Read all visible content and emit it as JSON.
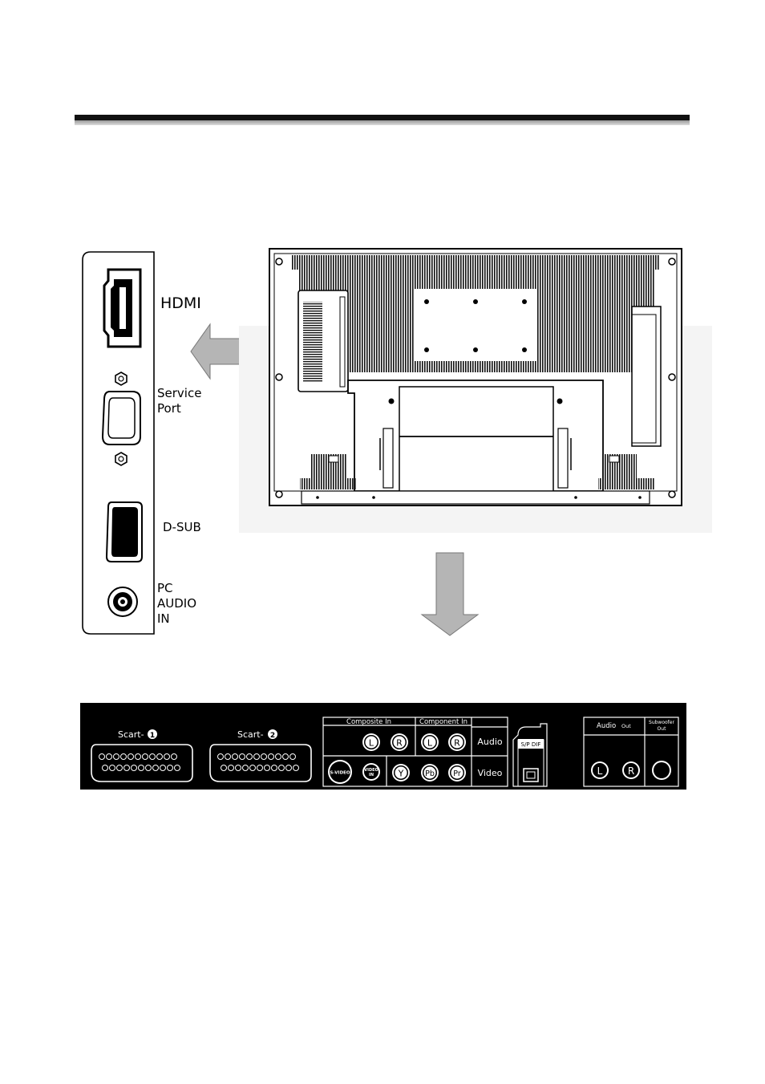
{
  "side_panel": {
    "hdmi_label": "HDMI",
    "service_port_label": "Service\nPort",
    "dsub_label": "D-SUB",
    "pc_audio_label": "PC\nAUDIO\nIN"
  },
  "back_panel": {
    "scart1_label": "Scart-",
    "scart1_num": "1",
    "scart2_label": "Scart-",
    "scart2_num": "2",
    "composite_in_label": "Composite In",
    "component_in_label": "Component In",
    "audio_row_label": "Audio",
    "video_row_label": "Video",
    "composite_l": "L",
    "composite_r": "R",
    "component_l": "L",
    "component_r": "R",
    "svideo_label": "S-VIDEO",
    "video_in_label_1": "VIDEO",
    "video_in_label_2": "IN",
    "y_label": "Y",
    "pb_label": "Pb",
    "pr_label": "Pr",
    "spdif_label": "S/P DIF",
    "audio_out_label": "Audio",
    "audio_out_small": "Out",
    "audio_out_l": "L",
    "audio_out_r": "R",
    "subwoofer_label_1": "Subwoofer",
    "subwoofer_label_2": "Out"
  }
}
